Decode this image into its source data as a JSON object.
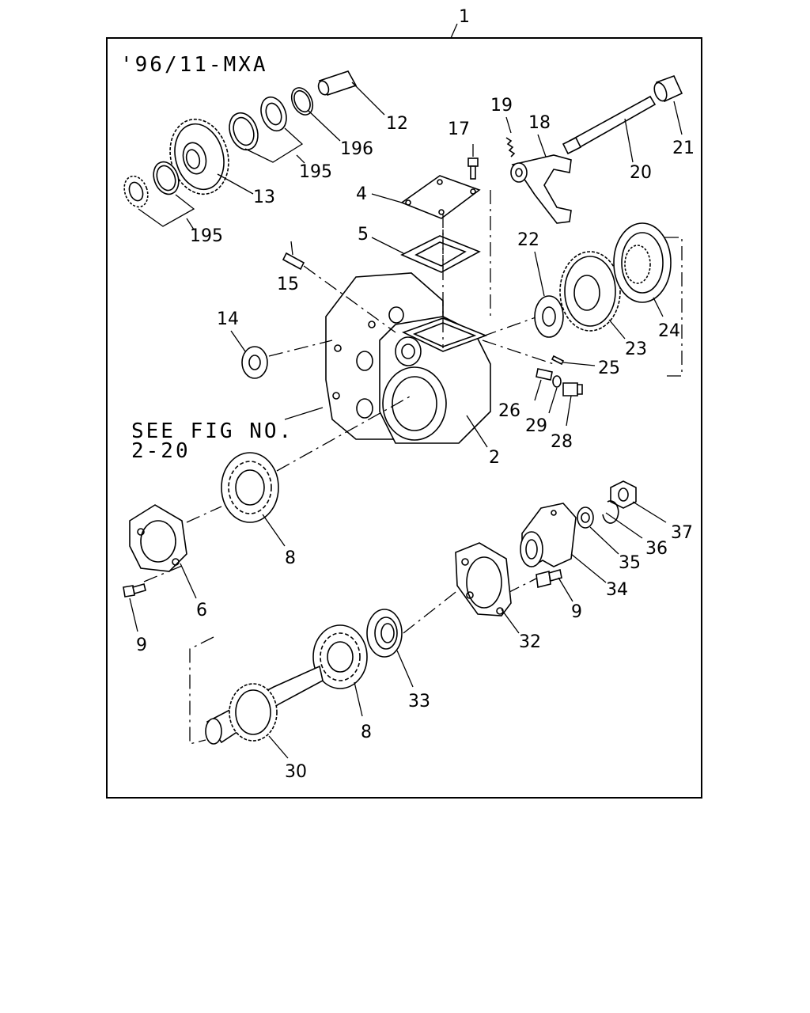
{
  "diagram": {
    "assembly_number": "1",
    "serial_range": "'96/11-MXA",
    "see_fig_line1": "SEE FIG NO.",
    "see_fig_line2": "2-20",
    "callouts": [
      {
        "id": "c-12",
        "text": "12"
      },
      {
        "id": "c-196",
        "text": "196"
      },
      {
        "id": "c-195a",
        "text": "195"
      },
      {
        "id": "c-13",
        "text": "13"
      },
      {
        "id": "c-195b",
        "text": "195"
      },
      {
        "id": "c-17",
        "text": "17"
      },
      {
        "id": "c-19",
        "text": "19"
      },
      {
        "id": "c-18",
        "text": "18"
      },
      {
        "id": "c-21",
        "text": "21"
      },
      {
        "id": "c-20",
        "text": "20"
      },
      {
        "id": "c-4",
        "text": "4"
      },
      {
        "id": "c-5",
        "text": "5"
      },
      {
        "id": "c-22",
        "text": "22"
      },
      {
        "id": "c-24",
        "text": "24"
      },
      {
        "id": "c-23",
        "text": "23"
      },
      {
        "id": "c-15",
        "text": "15"
      },
      {
        "id": "c-14",
        "text": "14"
      },
      {
        "id": "c-25",
        "text": "25"
      },
      {
        "id": "c-26",
        "text": "26"
      },
      {
        "id": "c-29",
        "text": "29"
      },
      {
        "id": "c-28",
        "text": "28"
      },
      {
        "id": "c-2",
        "text": "2"
      },
      {
        "id": "c-8a",
        "text": "8"
      },
      {
        "id": "c-6",
        "text": "6"
      },
      {
        "id": "c-9a",
        "text": "9"
      },
      {
        "id": "c-37",
        "text": "37"
      },
      {
        "id": "c-36",
        "text": "36"
      },
      {
        "id": "c-35",
        "text": "35"
      },
      {
        "id": "c-34",
        "text": "34"
      },
      {
        "id": "c-9b",
        "text": "9"
      },
      {
        "id": "c-32",
        "text": "32"
      },
      {
        "id": "c-33",
        "text": "33"
      },
      {
        "id": "c-8b",
        "text": "8"
      },
      {
        "id": "c-30",
        "text": "30"
      }
    ]
  }
}
